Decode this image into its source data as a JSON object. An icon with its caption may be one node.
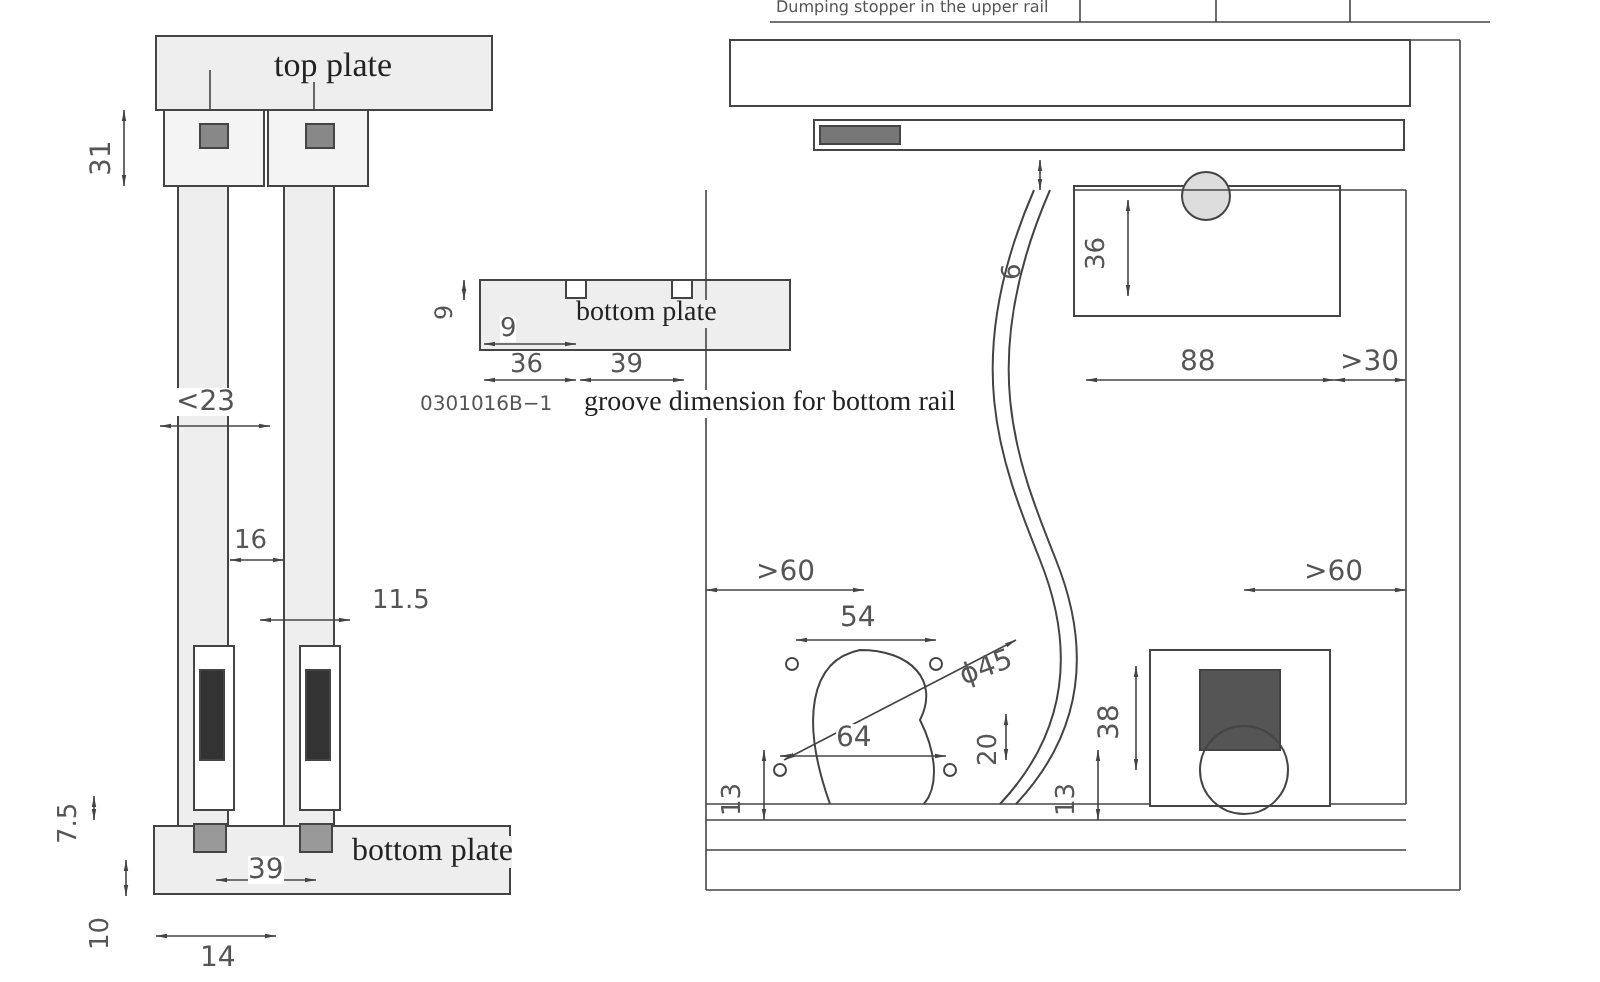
{
  "diagram": {
    "labels": [
      "Dumping stopper in the upper rail",
      "top plate",
      "31",
      "9",
      "bottom plate",
      "9",
      "36",
      "39",
      "0301016B−1",
      "groove dimension for bottom rail",
      "6",
      "36",
      "88",
      ">30",
      "<23",
      "16",
      "11.5",
      ">60",
      "54",
      "ϕ45",
      ">60",
      "38",
      "64",
      "20",
      "13",
      "13",
      "7.5",
      "bottom plate",
      "39",
      "10",
      "14"
    ]
  }
}
